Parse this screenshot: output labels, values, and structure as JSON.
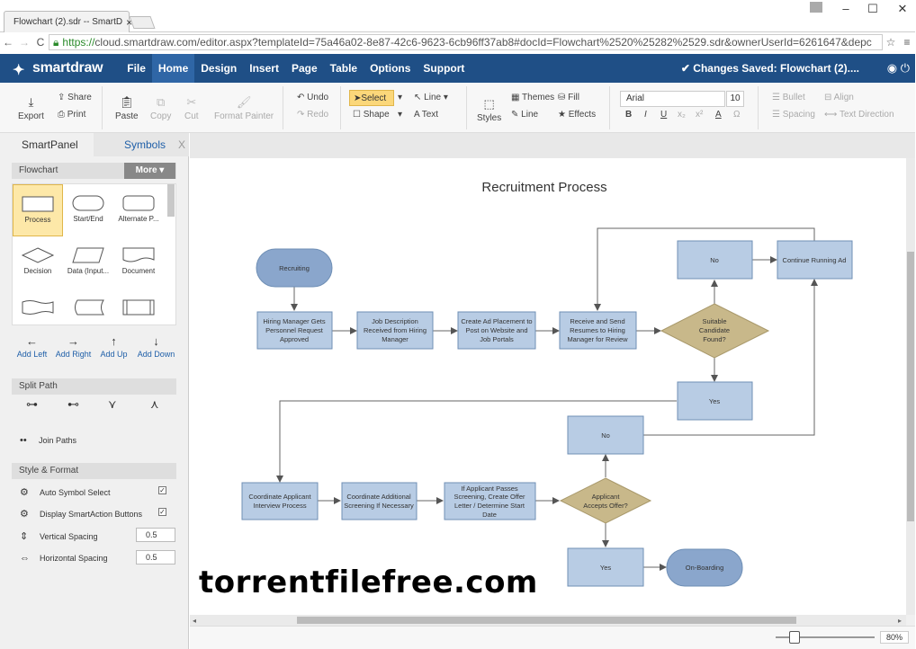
{
  "browser": {
    "tab_title": "Flowchart (2).sdr -- SmartD",
    "tab_close": "×",
    "url_scheme": "https://",
    "url_rest": "cloud.smartdraw.com/editor.aspx?templateId=75a46a02-8e87-42c6-9623-6cb96ff37ab8#docId=Flowchart%2520%25282%2529.sdr&ownerUserId=6261647&depc",
    "win_min": "–",
    "win_max": "☐",
    "win_close": "✕"
  },
  "app": {
    "logo": "smartdraw",
    "menus": [
      "File",
      "Home",
      "Design",
      "Insert",
      "Page",
      "Table",
      "Options",
      "Support"
    ],
    "active_menu": "Home",
    "save_status": "Changes Saved: Flowchart (2)...."
  },
  "ribbon": {
    "export": "Export",
    "share": "Share",
    "print": "Print",
    "paste": "Paste",
    "copy": "Copy",
    "cut": "Cut",
    "format_painter": "Format Painter",
    "undo": "Undo",
    "redo": "Redo",
    "select": "Select",
    "shape": "Shape",
    "line": "Line",
    "text": "Text",
    "styles": "Styles",
    "themes": "Themes",
    "fill": "Fill",
    "line2": "Line",
    "effects": "Effects",
    "font": "Arial",
    "size": "10",
    "bold": "B",
    "italic": "I",
    "underline": "U",
    "sub": "x₂",
    "sup": "x²",
    "fontcolor": "A",
    "omega": "Ω",
    "bullet": "Bullet",
    "align": "Align",
    "spacing": "Spacing",
    "text_direction": "Text Direction"
  },
  "panel": {
    "tab_smart": "SmartPanel",
    "tab_symbols": "Symbols",
    "close": "X",
    "section_flowchart": "Flowchart",
    "more": "More ▾",
    "shapes": [
      "Process",
      "Start/End",
      "Alternate P...",
      "Decision",
      "Data (Input...",
      "Document"
    ],
    "add_left": "Add Left",
    "add_right": "Add Right",
    "add_up": "Add Up",
    "add_down": "Add Down",
    "section_split": "Split Path",
    "join_paths": "Join Paths",
    "section_style": "Style & Format",
    "auto_symbol": "Auto Symbol Select",
    "smartaction": "Display SmartAction Buttons",
    "vspacing": "Vertical Spacing",
    "vspacing_val": "0.5",
    "hspacing": "Horizontal Spacing",
    "hspacing_val": "0.5"
  },
  "diagram": {
    "title": "Recruitment Process",
    "recruiting": "Recruiting",
    "hm": [
      "Hiring Manager Gets",
      "Personnel Request",
      "Approved"
    ],
    "jd": [
      "Job Description",
      "Received from Hiring",
      "Manager"
    ],
    "ad": [
      "Create Ad Placement to",
      "Post on Website and",
      "Job Portals"
    ],
    "rs": [
      "Receive and Send",
      "Resumes to Hiring",
      "Manager for Review"
    ],
    "sc": [
      "Suitable",
      "Candidate",
      "Found?"
    ],
    "no1": "No",
    "cra": "Continue Running Ad",
    "yes1": "Yes",
    "no2": "No",
    "cai": [
      "Coordinate Applicant",
      "Interview Process"
    ],
    "cas": [
      "Coordinate Additional",
      "Screening If Necessary"
    ],
    "iap": [
      "If Applicant Passes",
      "Screening, Create Offer",
      "Letter / Determine Start",
      "Date"
    ],
    "aao": [
      "Applicant",
      "Accepts Offer?"
    ],
    "yes2": "Yes",
    "onb": "On-Boarding"
  },
  "status": {
    "zoom": "80%"
  },
  "watermark": "torrentfilefree.com",
  "colors": {
    "nav": "#1f4f86",
    "process_fill": "#b8cce4",
    "process_stroke": "#6f8fb5",
    "decision_fill": "#c8b88a",
    "terminal_fill": "#8aa6cc"
  }
}
